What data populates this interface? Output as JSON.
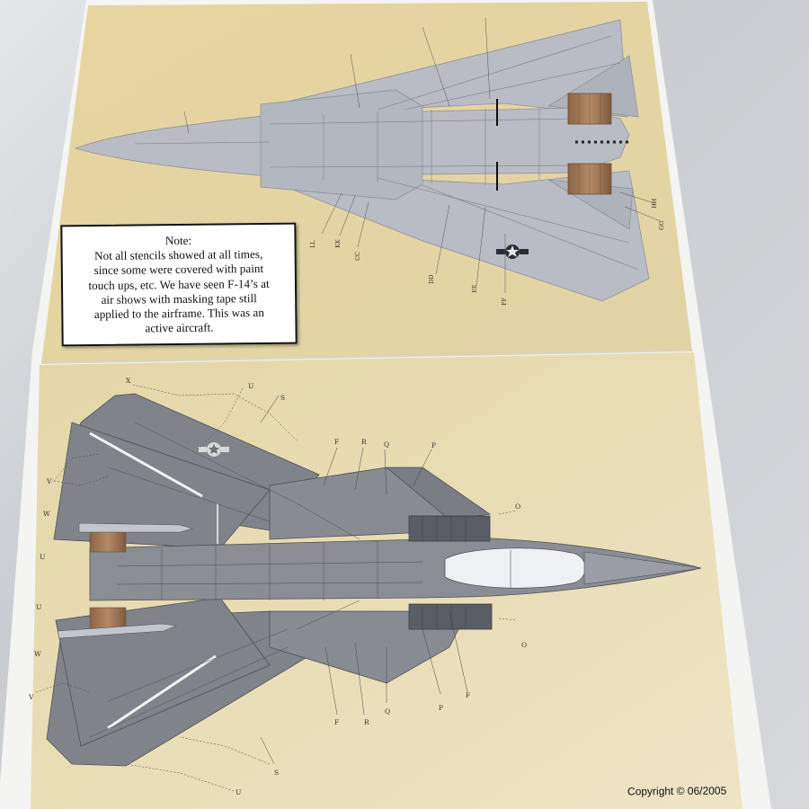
{
  "note": {
    "lines": [
      "Note:",
      "Not all stencils showed at all times,",
      "since some were covered with paint",
      "touch ups, etc. We have seen F-14’s at",
      "air shows with masking tape still",
      "applied to the airframe. This was an",
      "active aircraft."
    ]
  },
  "copyright": "Copyright © 06/2005",
  "top_view_callouts": {
    "left_edge": [
      "LL",
      "KK",
      "CC"
    ],
    "lower_right": [
      "DD",
      "EE",
      "FF"
    ],
    "right_edge": [
      "GG",
      "HH"
    ]
  },
  "bottom_view_callouts": {
    "top_edge": [
      "X",
      "U",
      "S",
      "F",
      "R",
      "Q",
      "P"
    ],
    "right_side": [
      "O",
      "O"
    ],
    "left_edge": [
      "V",
      "W",
      "U",
      "U",
      "W",
      "V"
    ],
    "bottom_edge": [
      "F",
      "R",
      "Q",
      "P",
      "F",
      "S",
      "U"
    ]
  },
  "colors": {
    "paper_tan": "#e8d9a8",
    "paper_light": "#eadfb6",
    "aircraft_light_gray": "#b9bcc4",
    "aircraft_dark_gray": "#7d8088",
    "nozzle_brown": "#a57a58",
    "canopy": "#eef0f3"
  }
}
